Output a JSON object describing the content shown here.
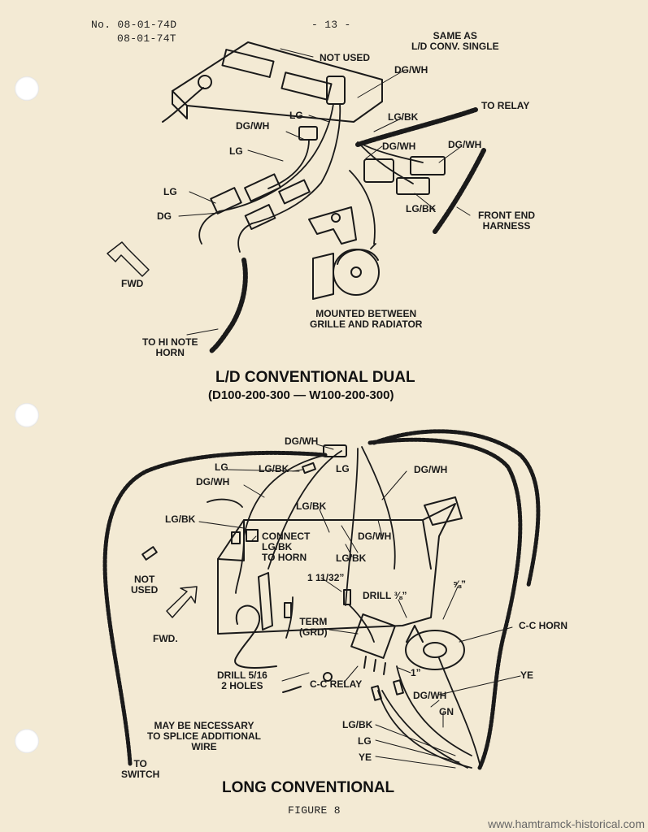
{
  "header": {
    "doc_number_line1": "No. 08-01-74D",
    "doc_number_line2": "08-01-74T",
    "page_number": "- 13 -"
  },
  "diagram_top": {
    "title": "L/D CONVENTIONAL DUAL",
    "subtitle": "(D100-200-300 — W100-200-300)",
    "labels": {
      "same_as": "SAME AS\nL/D CONV. SINGLE",
      "not_used": "NOT USED",
      "dg_wh_1": "DG/WH",
      "lg_1": "LG",
      "lg_bk_1": "LG/BK",
      "to_relay": "TO RELAY",
      "dg_wh_2": "DG/WH",
      "lg_2": "LG",
      "dg_wh_3": "DG/WH",
      "dg_wh_4": "DG/WH",
      "lg_3": "LG",
      "dg": "DG",
      "lg_bk_2": "LG/BK",
      "front_end_harness": "FRONT END\nHARNESS",
      "fwd": "FWD",
      "mounted_between": "MOUNTED BETWEEN\nGRILLE AND RADIATOR",
      "to_hi_note_horn": "TO HI NOTE\nHORN"
    }
  },
  "diagram_bottom": {
    "title": "LONG CONVENTIONAL",
    "labels": {
      "dg_wh_1": "DG/WH",
      "lg_1": "LG",
      "lg_bk_1": "LG/BK",
      "lg_2": "LG",
      "dg_wh_2": "DG/WH",
      "dg_wh_3": "DG/WH",
      "lg_bk_2": "LG/BK",
      "lg_bk_3": "LG/BK",
      "connect": "CONNECT\nLG/BK\nTO HORN",
      "dg_wh_4": "DG/WH",
      "lg_bk_4": "LG/BK",
      "not_used": "NOT\nUSED",
      "dim_1": "1 11/32”",
      "drill_38": "DRILL ⅜”",
      "dim_58": "⅝”",
      "term_grd": "TERM\n(GRD)",
      "cc_horn": "C-C HORN",
      "fwd": "FWD.",
      "drill_516": "DRILL 5/16\n2 HOLES",
      "cc_relay": "C-C RELAY",
      "dim_1in": "1”",
      "ye_1": "YE",
      "dg_wh_5": "DG/WH",
      "gn": "GN",
      "may_be_necessary": "MAY BE NECESSARY\nTO SPLICE ADDITIONAL\nWIRE",
      "lg_bk_5": "LG/BK",
      "lg_3": "LG",
      "ye_2": "YE",
      "to_switch": "TO\nSWITCH"
    }
  },
  "footer": {
    "figure": "FIGURE 8",
    "watermark": "www.hamtramck-historical.com"
  }
}
